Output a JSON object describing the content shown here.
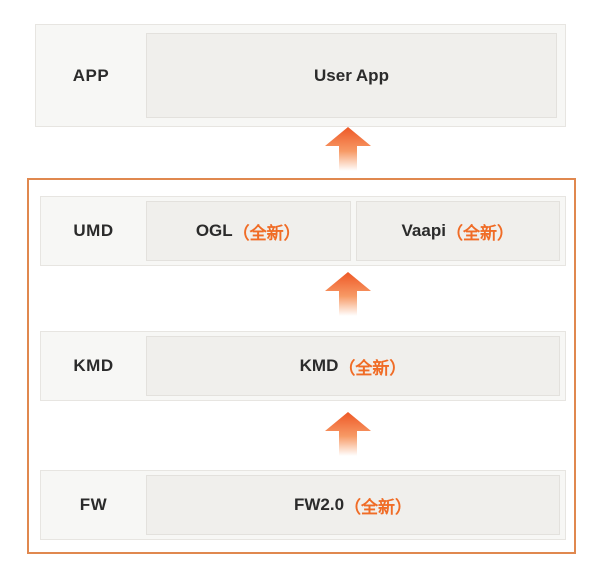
{
  "diagram": {
    "description": "Software driver stack diagram with upward data-flow arrows; UMD, KMD and FW layers are grouped inside an orange highlight container",
    "layers": [
      {
        "label": "APP",
        "boxes": [
          {
            "name": "User App",
            "suffix": ""
          }
        ]
      },
      {
        "label": "UMD",
        "boxes": [
          {
            "name": "OGL",
            "suffix": "（全新）"
          },
          {
            "name": "Vaapi",
            "suffix": "（全新）"
          }
        ]
      },
      {
        "label": "KMD",
        "boxes": [
          {
            "name": "KMD",
            "suffix": "（全新）"
          }
        ]
      },
      {
        "label": "FW",
        "boxes": [
          {
            "name": "FW2.0",
            "suffix": "（全新）"
          }
        ]
      }
    ],
    "arrows": [
      {
        "name": "arrow-umd-to-app",
        "direction": "up"
      },
      {
        "name": "arrow-kmd-to-umd",
        "direction": "up"
      },
      {
        "name": "arrow-fw-to-kmd",
        "direction": "up"
      }
    ],
    "colors": {
      "accent_orange": "#f05a26",
      "suffix_text": "#f06c26",
      "container_border": "#e0884f",
      "row_bg": "#f7f7f5",
      "row_border": "#e7e5e1",
      "box_bg": "#f0efec",
      "box_border": "#e3e1dd",
      "label_text": "#2b2b2b",
      "arrow_gradient_top": "#ee5826",
      "arrow_gradient_bottom": "#ffffff"
    }
  }
}
